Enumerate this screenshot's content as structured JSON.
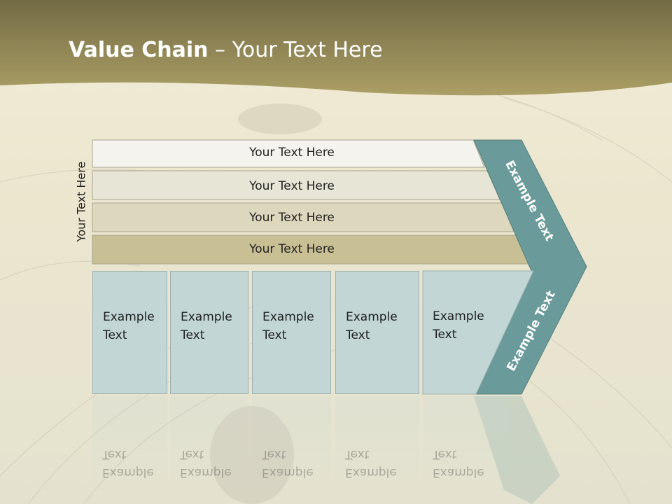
{
  "title": {
    "bold": "Value Chain",
    "rest": " – Your Text Here"
  },
  "side_label": "Your Text Here",
  "rows": [
    {
      "text": "Your Text Here"
    },
    {
      "text": "Your Text Here"
    },
    {
      "text": "Your Text Here"
    },
    {
      "text": "Your Text Here"
    }
  ],
  "columns": [
    {
      "line1": "Example",
      "line2": "Text"
    },
    {
      "line1": "Example",
      "line2": "Text"
    },
    {
      "line1": "Example",
      "line2": "Text"
    },
    {
      "line1": "Example",
      "line2": "Text"
    },
    {
      "line1": "Example",
      "line2": "Text"
    }
  ],
  "chevron": {
    "upper": "Example Text",
    "lower": "Example Text"
  },
  "colors": {
    "header": "#8c8354",
    "teal": "#6a9a9a",
    "column": "#c2d6d6"
  }
}
